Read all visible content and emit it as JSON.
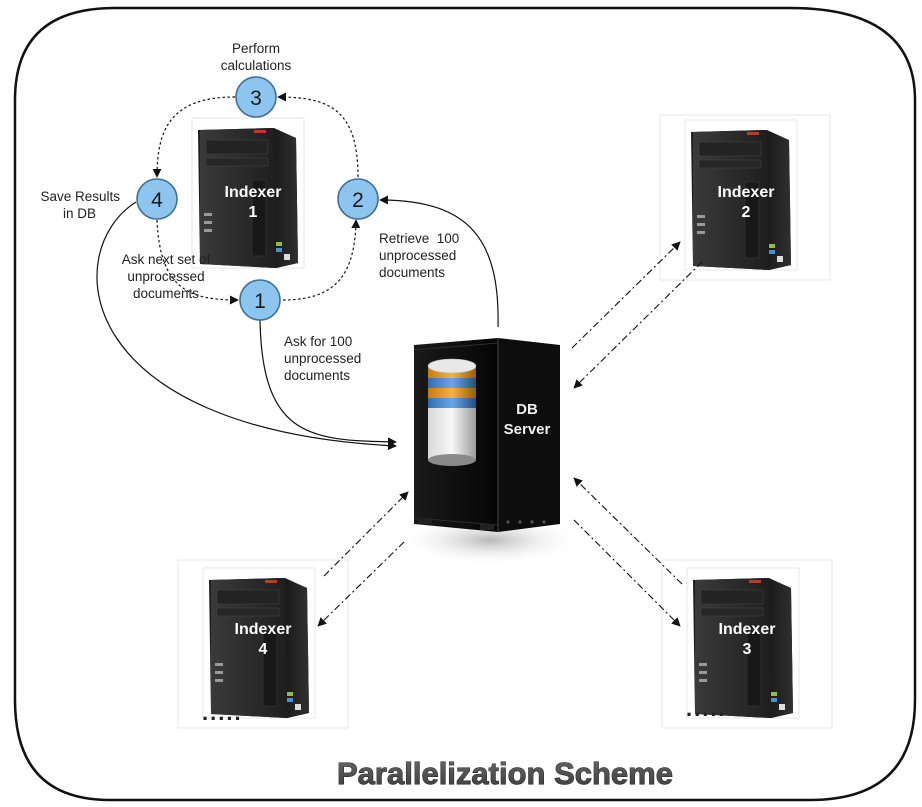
{
  "title": "Parallelization Scheme",
  "colors": {
    "step_circle_fill": "#8ec5ee",
    "step_circle_stroke": "#3f6f95",
    "pc_body": "#2b2b2b",
    "server_body": "#111111",
    "title_fill": "#4a4a4a"
  },
  "server": {
    "line1": "DB",
    "line2": "Server",
    "icon": "database-icon"
  },
  "indexers": [
    {
      "id": "1",
      "line1": "Indexer",
      "line2": "1",
      "icon": "computer-tower-icon"
    },
    {
      "id": "2",
      "line1": "Indexer",
      "line2": "2",
      "icon": "computer-tower-icon"
    },
    {
      "id": "3",
      "line1": "Indexer",
      "line2": "3",
      "icon": "computer-tower-icon",
      "more": "....."
    },
    {
      "id": "4",
      "line1": "Indexer",
      "line2": "4",
      "icon": "computer-tower-icon",
      "more": "....."
    }
  ],
  "steps": [
    {
      "num": "1",
      "lines": [
        "Ask for 100",
        "unprocessed",
        "documents"
      ]
    },
    {
      "num": "2",
      "lines": [
        "Retrieve  100",
        "unprocessed",
        "documents"
      ]
    },
    {
      "num": "3",
      "lines": [
        "Perform",
        "calculations"
      ]
    },
    {
      "num": "4",
      "lines": [
        "Save Results",
        "in DB"
      ]
    }
  ],
  "loop_label": [
    "Ask next set of",
    "unprocessed",
    "documents"
  ]
}
